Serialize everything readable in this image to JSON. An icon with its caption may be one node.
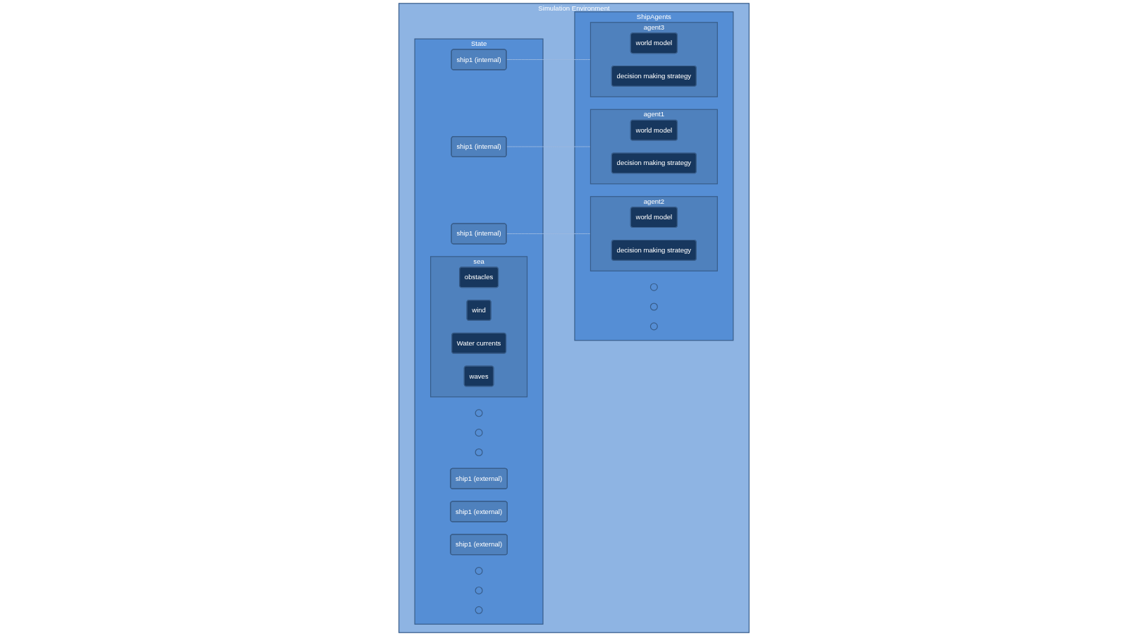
{
  "diagram": {
    "nodes": [
      {
        "text": [
          "Simulation Environment"
        ]
      },
      {
        "text": [
          "State"
        ],
        "in": 0
      },
      {
        "text": [
          "sea"
        ],
        "in": 1
      },
      {
        "text": [
          "obstacles"
        ],
        "in": 2
      },
      {
        "text": [
          "wind"
        ],
        "in": 2
      },
      {
        "text": [
          "Water currents"
        ],
        "in": 2
      },
      {
        "text": [
          "waves"
        ],
        "in": 2
      },
      {
        "text": [
          "ship1 (internal)"
        ],
        "in": 1
      },
      {
        "text": [
          "ship1 (internal)"
        ],
        "in": 1
      },
      {
        "text": [
          "ship1 (internal)"
        ],
        "in": 1
      },
      {
        "text": [],
        "shape": "circle",
        "in": 1
      },
      {
        "text": [],
        "shape": "circle",
        "in": 1
      },
      {
        "text": [],
        "shape": "circle",
        "in": 1
      },
      {
        "text": [
          "ship1 (external)"
        ],
        "in": 1
      },
      {
        "text": [
          "ship1 (external)"
        ],
        "in": 1
      },
      {
        "text": [
          "ship1 (external)"
        ],
        "in": 1
      },
      {
        "text": [],
        "shape": "circle",
        "in": 1
      },
      {
        "text": [],
        "shape": "circle",
        "in": 1
      },
      {
        "text": [],
        "shape": "circle",
        "in": 1
      },
      {
        "text": [
          "ShipAgents"
        ],
        "in": 0
      },
      {
        "text": [
          "agent1"
        ],
        "in": 19
      },
      {
        "text": [
          "world model"
        ],
        "in": 20
      },
      {
        "text": [
          "decision making strategy"
        ],
        "in": 20
      },
      {
        "text": [
          "agent2"
        ],
        "in": 19
      },
      {
        "text": [
          "world model"
        ],
        "in": 23
      },
      {
        "text": [
          "decision making strategy"
        ],
        "in": 23
      },
      {
        "text": [
          "agent3"
        ],
        "in": 19
      },
      {
        "text": [
          "world model"
        ],
        "in": 26
      },
      {
        "text": [
          "decision making strategy"
        ],
        "in": 26
      },
      {
        "text": [],
        "shape": "circle",
        "in": 19
      },
      {
        "text": [],
        "shape": "circle",
        "in": 19
      },
      {
        "text": [],
        "shape": "circle",
        "in": 19
      }
    ],
    "edges": [
      {
        "from": 7,
        "to": 20,
        "arrow": "none"
      },
      {
        "from": 8,
        "to": 23,
        "arrow": "none"
      },
      {
        "from": 9,
        "to": 26,
        "arrow": "none"
      }
    ]
  }
}
